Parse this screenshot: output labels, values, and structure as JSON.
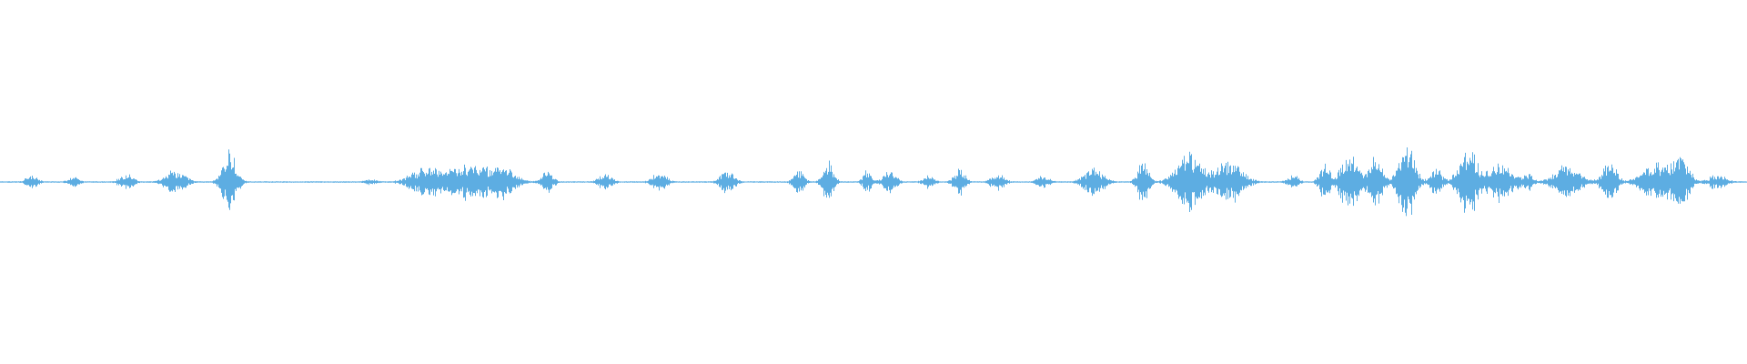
{
  "waveform": {
    "color": "#5DADE2",
    "background": "#FFFFFF",
    "amplitude_scale": 0.18,
    "bursts": [
      {
        "t": 0.018,
        "w": 0.004,
        "a": 0.1
      },
      {
        "t": 0.042,
        "w": 0.004,
        "a": 0.08
      },
      {
        "t": 0.072,
        "w": 0.005,
        "a": 0.12
      },
      {
        "t": 0.1,
        "w": 0.007,
        "a": 0.17
      },
      {
        "t": 0.131,
        "w": 0.005,
        "a": 0.45
      },
      {
        "t": 0.212,
        "w": 0.004,
        "a": 0.04
      },
      {
        "t": 0.245,
        "w": 0.012,
        "a": 0.22
      },
      {
        "t": 0.27,
        "w": 0.014,
        "a": 0.27
      },
      {
        "t": 0.289,
        "w": 0.008,
        "a": 0.2
      },
      {
        "t": 0.313,
        "w": 0.004,
        "a": 0.19
      },
      {
        "t": 0.346,
        "w": 0.005,
        "a": 0.12
      },
      {
        "t": 0.377,
        "w": 0.005,
        "a": 0.15
      },
      {
        "t": 0.416,
        "w": 0.005,
        "a": 0.18
      },
      {
        "t": 0.457,
        "w": 0.004,
        "a": 0.16
      },
      {
        "t": 0.474,
        "w": 0.004,
        "a": 0.28
      },
      {
        "t": 0.496,
        "w": 0.003,
        "a": 0.16
      },
      {
        "t": 0.509,
        "w": 0.005,
        "a": 0.15
      },
      {
        "t": 0.531,
        "w": 0.004,
        "a": 0.11
      },
      {
        "t": 0.549,
        "w": 0.004,
        "a": 0.19
      },
      {
        "t": 0.571,
        "w": 0.005,
        "a": 0.12
      },
      {
        "t": 0.597,
        "w": 0.005,
        "a": 0.08
      },
      {
        "t": 0.626,
        "w": 0.007,
        "a": 0.22
      },
      {
        "t": 0.654,
        "w": 0.004,
        "a": 0.3
      },
      {
        "t": 0.68,
        "w": 0.009,
        "a": 0.42
      },
      {
        "t": 0.703,
        "w": 0.01,
        "a": 0.3
      },
      {
        "t": 0.74,
        "w": 0.004,
        "a": 0.1
      },
      {
        "t": 0.758,
        "w": 0.004,
        "a": 0.24
      },
      {
        "t": 0.772,
        "w": 0.006,
        "a": 0.45
      },
      {
        "t": 0.787,
        "w": 0.005,
        "a": 0.35
      },
      {
        "t": 0.805,
        "w": 0.006,
        "a": 0.55
      },
      {
        "t": 0.822,
        "w": 0.004,
        "a": 0.18
      },
      {
        "t": 0.84,
        "w": 0.007,
        "a": 0.5
      },
      {
        "t": 0.859,
        "w": 0.008,
        "a": 0.3
      },
      {
        "t": 0.874,
        "w": 0.004,
        "a": 0.12
      },
      {
        "t": 0.897,
        "w": 0.009,
        "a": 0.25
      },
      {
        "t": 0.921,
        "w": 0.005,
        "a": 0.32
      },
      {
        "t": 0.948,
        "w": 0.01,
        "a": 0.28
      },
      {
        "t": 0.962,
        "w": 0.006,
        "a": 0.38
      },
      {
        "t": 0.983,
        "w": 0.006,
        "a": 0.12
      }
    ]
  }
}
